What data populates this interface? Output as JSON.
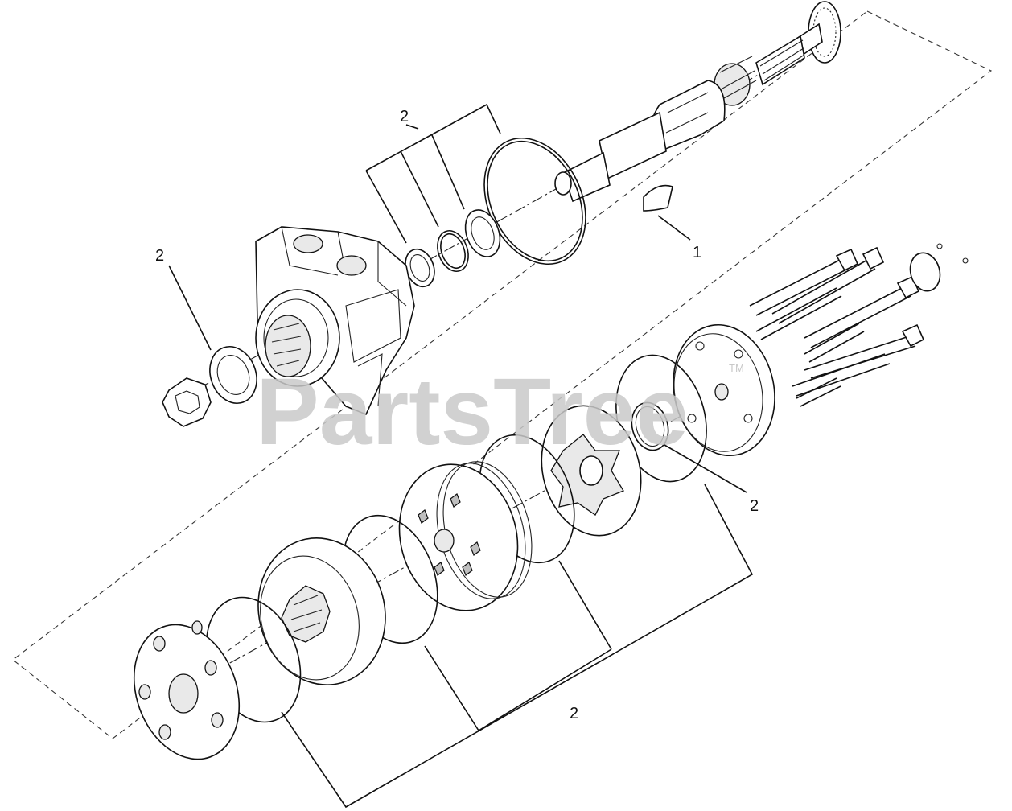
{
  "watermark": {
    "brand": "PartsTree",
    "trademark": "TM"
  },
  "callouts": {
    "upper_seal_kit": "2",
    "woodruff_key": "1",
    "front_shaft_seal": "2",
    "rear_face_seal": "2",
    "lower_seal_kit": "2"
  }
}
